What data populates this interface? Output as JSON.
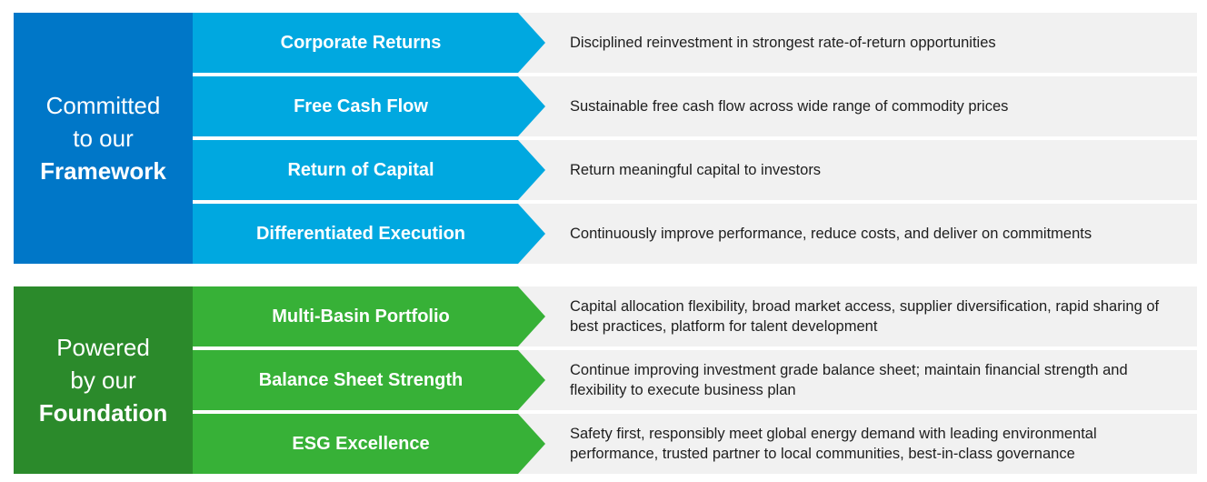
{
  "sections": [
    {
      "name": "framework",
      "side": {
        "line1": "Committed",
        "line2": "to our",
        "line3": "Framework"
      },
      "colors": {
        "side_bg": "#0077C8",
        "arrow_bg": "#00A8E0"
      },
      "rows": [
        {
          "label": "Corporate Returns",
          "description": "Disciplined reinvestment in strongest rate-of-return opportunities"
        },
        {
          "label": "Free Cash Flow",
          "description": "Sustainable free cash flow across wide range of commodity prices"
        },
        {
          "label": "Return of Capital",
          "description": "Return meaningful capital to investors"
        },
        {
          "label": "Differentiated Execution",
          "description": "Continuously improve performance, reduce costs, and deliver on commitments"
        }
      ]
    },
    {
      "name": "foundation",
      "side": {
        "line1": "Powered",
        "line2": "by our",
        "line3": "Foundation"
      },
      "colors": {
        "side_bg": "#2B8A2B",
        "arrow_bg": "#37B137"
      },
      "rows": [
        {
          "label": "Multi-Basin Portfolio",
          "description": "Capital allocation flexibility, broad market access, supplier diversification, rapid sharing of best practices, platform for talent development"
        },
        {
          "label": "Balance Sheet Strength",
          "description": "Continue improving investment grade balance sheet; maintain financial strength and flexibility to execute business plan"
        },
        {
          "label": "ESG Excellence",
          "description": "Safety first, responsibly meet global energy demand with leading environmental performance, trusted partner to local communities, best-in-class governance"
        }
      ]
    }
  ],
  "colors": {
    "background": "#FFFFFF",
    "stripe_bg": "#F1F1F1",
    "description_text": "#1E1E1E",
    "label_text": "#FFFFFF"
  }
}
